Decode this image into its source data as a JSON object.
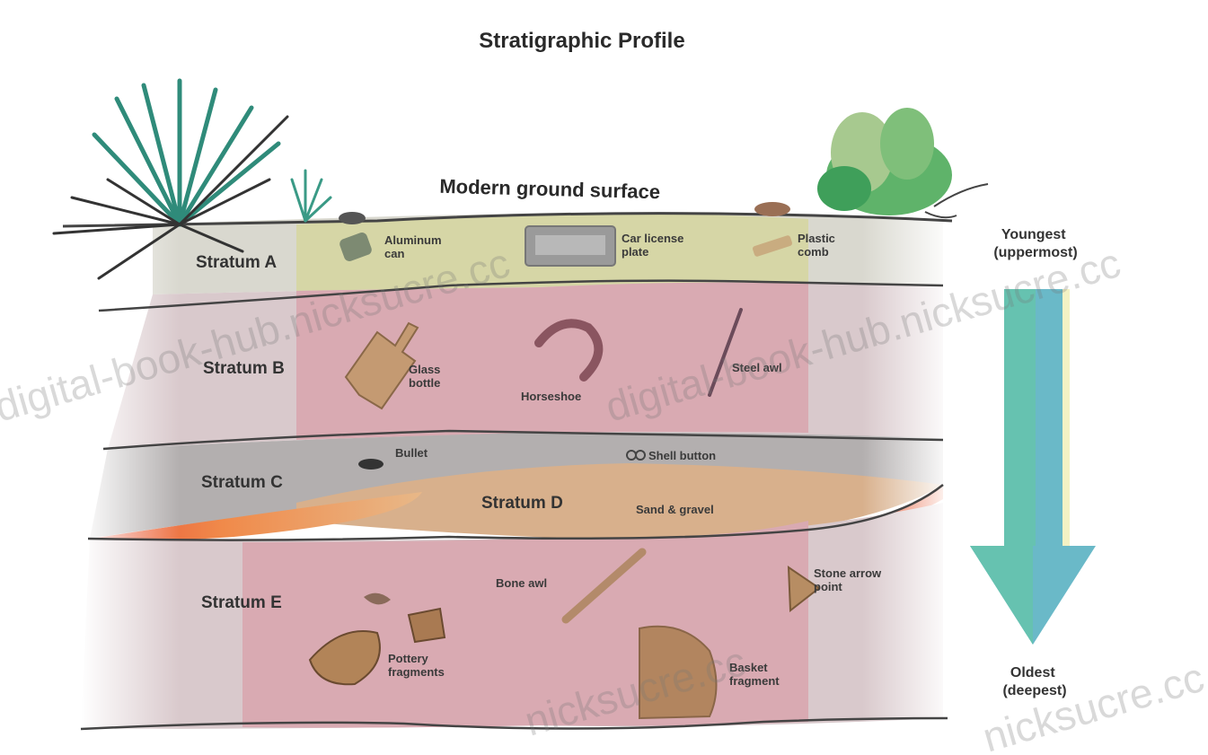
{
  "title": "Stratigraphic Profile",
  "ground_surface": "Modern ground surface",
  "strata": {
    "a": "Stratum A",
    "b": "Stratum B",
    "c": "Stratum C",
    "d": "Stratum D",
    "e": "Stratum E"
  },
  "artifacts": {
    "aluminum_can": [
      "Aluminum",
      "can"
    ],
    "license_plate": [
      "Car license",
      "plate"
    ],
    "plastic_comb": [
      "Plastic",
      "comb"
    ],
    "glass_bottle": [
      "Glass",
      "bottle"
    ],
    "horseshoe": [
      "Horseshoe"
    ],
    "steel_awl": [
      "Steel awl"
    ],
    "bullet": [
      "Bullet"
    ],
    "shell_button": [
      "Shell button"
    ],
    "sand_gravel": [
      "Sand & gravel"
    ],
    "bone_awl": [
      "Bone awl"
    ],
    "arrow_point": [
      "Stone arrow",
      "point"
    ],
    "pottery": [
      "Pottery",
      "fragments"
    ],
    "basket": [
      "Basket",
      "fragment"
    ]
  },
  "age_arrow": {
    "top": [
      "Youngest",
      "(uppermost)"
    ],
    "bottom": [
      "Oldest",
      "(deepest)"
    ]
  },
  "watermarks": [
    "digital-book-hub.nicksucre.cc",
    "digital-book-hub.nicksucre.cc",
    "nicksucre.cc",
    "nicksucre.cc"
  ],
  "colors": {
    "stratum_a": "#d9dcb0",
    "stratum_b": "#dcaeb4",
    "stratum_c": "#a8a4a4",
    "stratum_d": "#dcb48e",
    "stratum_e": "#dcaeb4",
    "arrow_teal": "#66c2b0",
    "arrow_blue": "#6ab9c8"
  }
}
